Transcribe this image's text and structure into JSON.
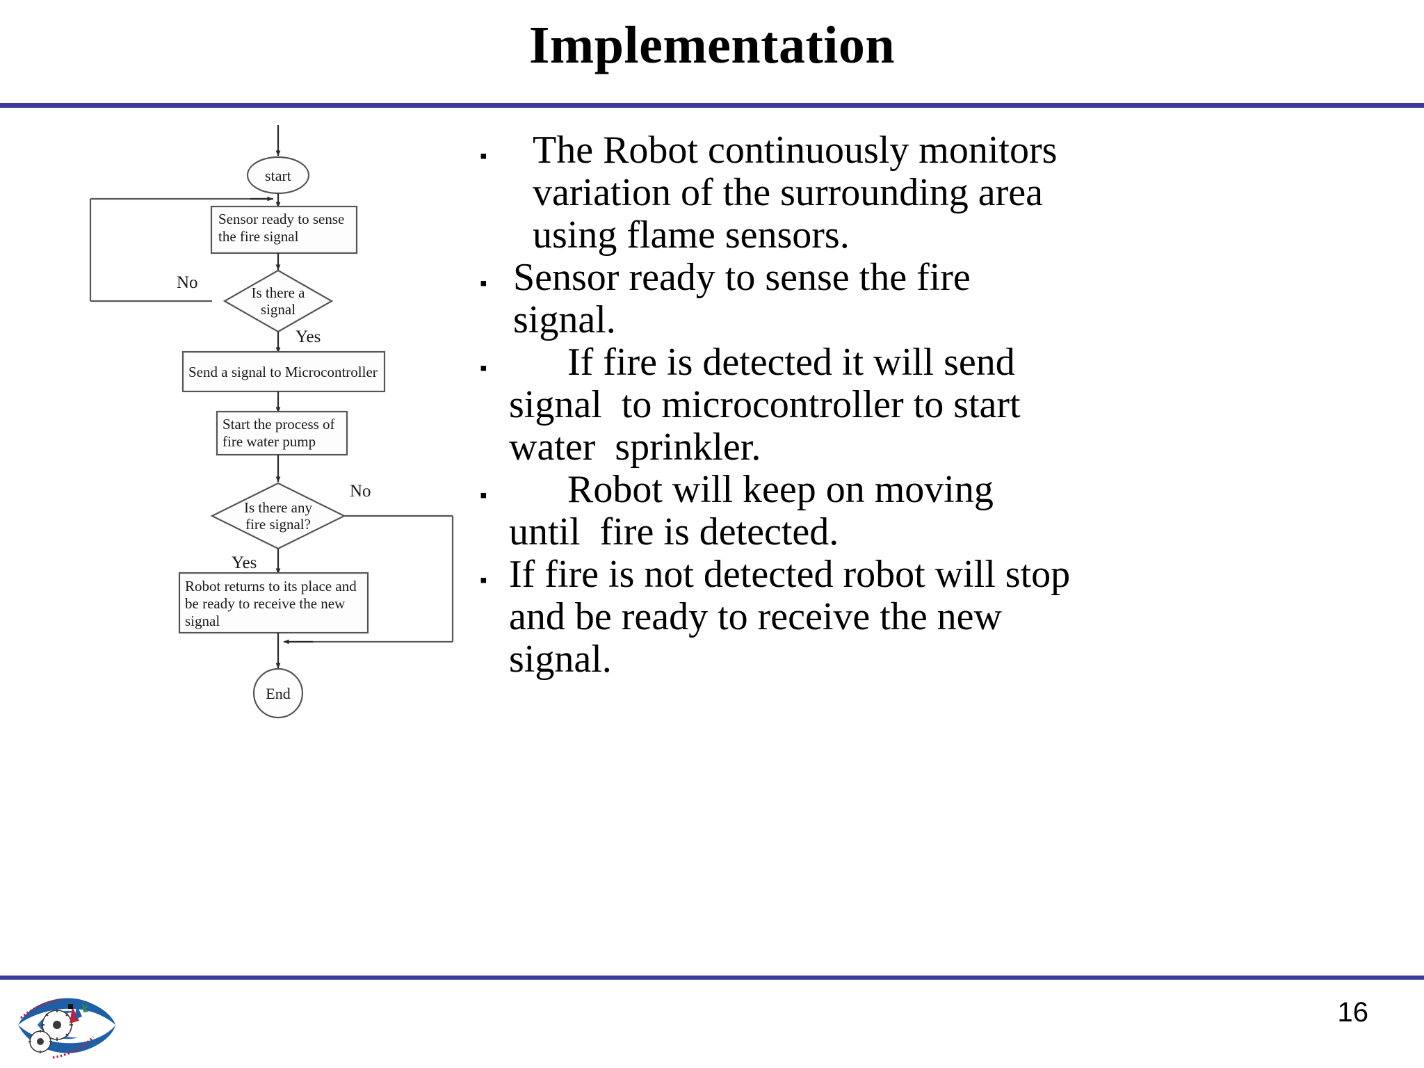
{
  "slide": {
    "title": "Implementation",
    "page_number": "16",
    "accent_color": "#3b3b9e",
    "background_color": "#ffffff",
    "text_color": "#000000"
  },
  "flowchart": {
    "nodes": {
      "start": "start",
      "sensor_ready": "Sensor ready to sense\nthe fire signal",
      "decision_signal_line1": "Is there a",
      "decision_signal_line2": "signal",
      "send_signal": "Send a signal to Microcontroller",
      "start_pump_line1": "Start the process of",
      "start_pump_line2": "fire water pump",
      "decision_fire_line1": "Is there any",
      "decision_fire_line2": "fire signal?",
      "robot_returns_line1": "Robot returns to its place and",
      "robot_returns_line2": "be ready to receive the new",
      "robot_returns_line3": "signal",
      "end": "End"
    },
    "edge_labels": {
      "signal_no": "No",
      "signal_yes": "Yes",
      "fire_no": "No",
      "fire_yes": "Yes"
    }
  },
  "bullets": [
    {
      "marker": "▪",
      "text": " The Robot continuously monitors\n variation of the surrounding area\n using flame sensors.",
      "indent": 0
    },
    {
      "marker": "▪",
      "text": "Sensor ready to sense the fire\nsignal.",
      "indent": 1
    },
    {
      "marker": "▪",
      "text": "      If fire is detected it will send\nsignal  to microcontroller to start\nwater  sprinkler.",
      "indent": 2
    },
    {
      "marker": "▪",
      "text": "      Robot will keep on moving\nuntil  fire is detected.",
      "indent": 2
    },
    {
      "marker": "▪",
      "text": "If fire is not detected robot will stop\nand be ready to receive the new\nsignal.",
      "indent": 2
    }
  ],
  "footer": {
    "logo_name": "university-engineering-logo"
  }
}
